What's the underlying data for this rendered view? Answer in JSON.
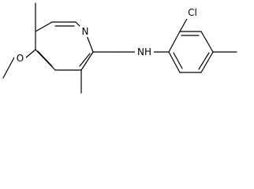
{
  "molecule": {
    "atoms": {
      "pyridine_n": "N",
      "amine_nh": "NH",
      "chloro": "Cl",
      "ether_o": "O"
    }
  }
}
